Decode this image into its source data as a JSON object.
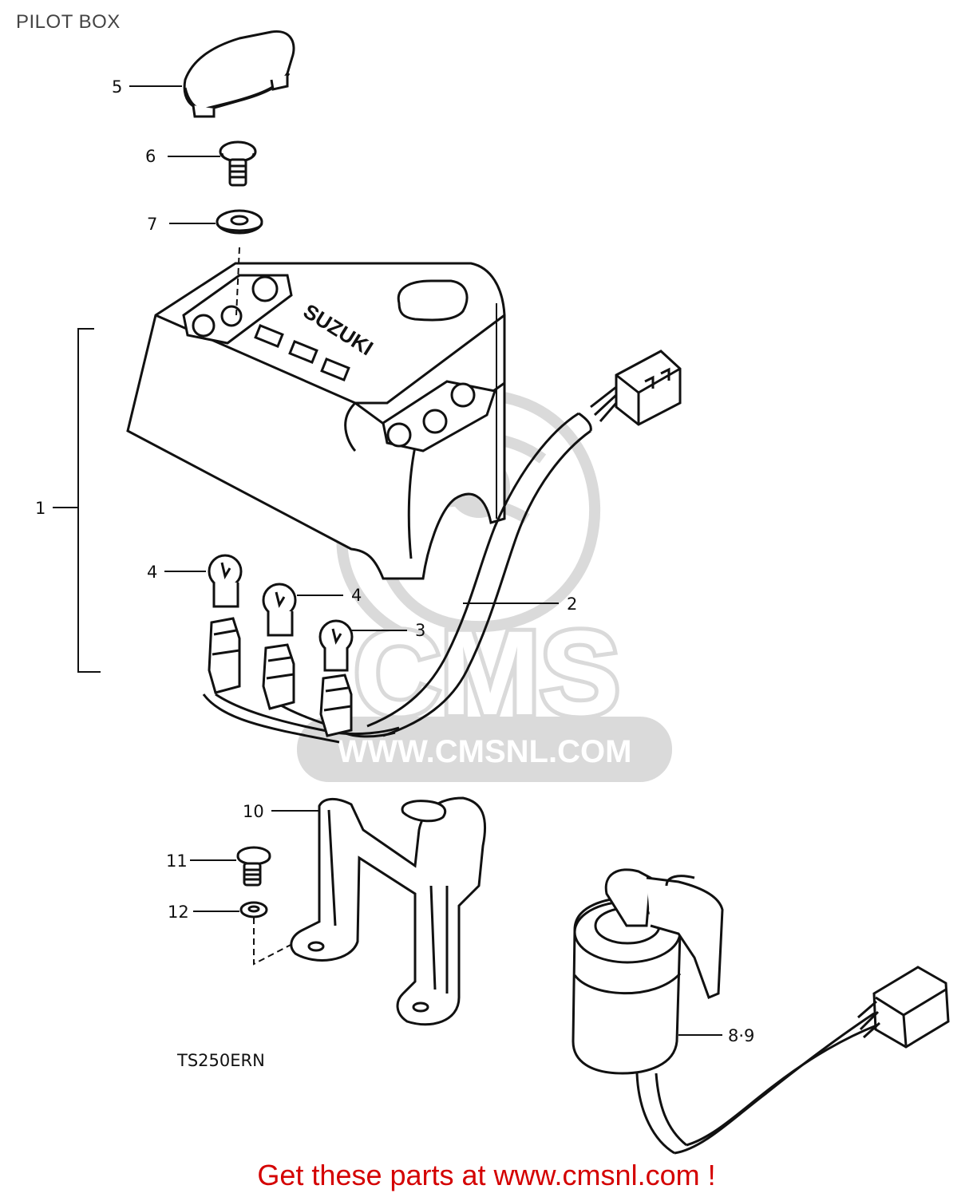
{
  "page": {
    "title": "PILOT BOX",
    "model_code": "TS250ERN",
    "footer_link": "Get these parts at www.cmsnl.com !",
    "footer_color": "#d40000"
  },
  "watermark": {
    "logo_text": "CMS",
    "url_text": "WWW.CMSNL.COM",
    "color": "#d6d6d6"
  },
  "brand_on_part": "SUZUKI",
  "callouts": [
    {
      "id": "1",
      "label": "1"
    },
    {
      "id": "2",
      "label": "2"
    },
    {
      "id": "3",
      "label": "3"
    },
    {
      "id": "4a",
      "label": "4"
    },
    {
      "id": "4b",
      "label": "4"
    },
    {
      "id": "5",
      "label": "5"
    },
    {
      "id": "6",
      "label": "6"
    },
    {
      "id": "7",
      "label": "7"
    },
    {
      "id": "8-9",
      "label": "8·9"
    },
    {
      "id": "10",
      "label": "10"
    },
    {
      "id": "11",
      "label": "11"
    },
    {
      "id": "12",
      "label": "12"
    }
  ],
  "line_color": "#111111"
}
